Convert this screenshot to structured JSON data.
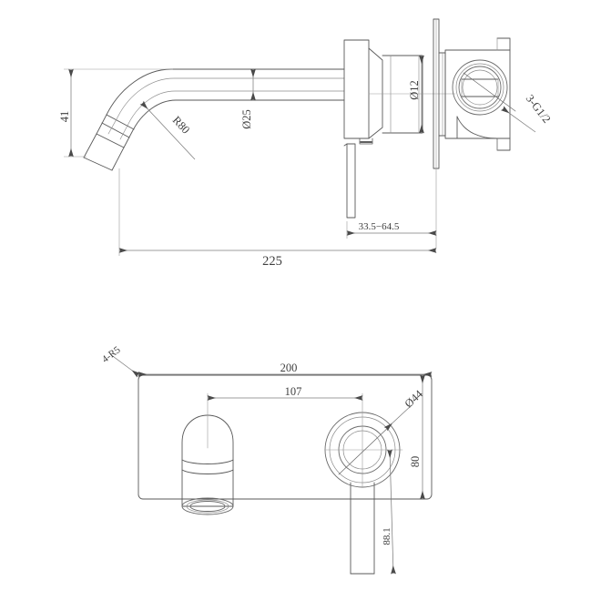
{
  "drawing": {
    "title": "Wall Mounted Basin Mixer Technical Drawing",
    "units": "mm",
    "line_color": "#595959",
    "thin_line_color": "#7a7a7a",
    "background": "#ffffff",
    "views": [
      {
        "id": "elevation",
        "name": "side-elevation-view"
      },
      {
        "id": "plan",
        "name": "front-plate-view"
      }
    ]
  },
  "elevation_dimensions": {
    "spout_height": "41",
    "spout_diameter": "Ø25",
    "bend_radius": "R80",
    "inlet_diameter": "Ø12",
    "thread_callout": "3-G1/2",
    "wall_depth_range": "33.5−64.5",
    "total_projection": "225"
  },
  "plan_dimensions": {
    "corner_radius": "4-R5",
    "plate_width": "200",
    "centre_distance": "107",
    "handle_ring_diameter": "Ø44",
    "plate_height": "80",
    "lever_length": "88.1"
  }
}
